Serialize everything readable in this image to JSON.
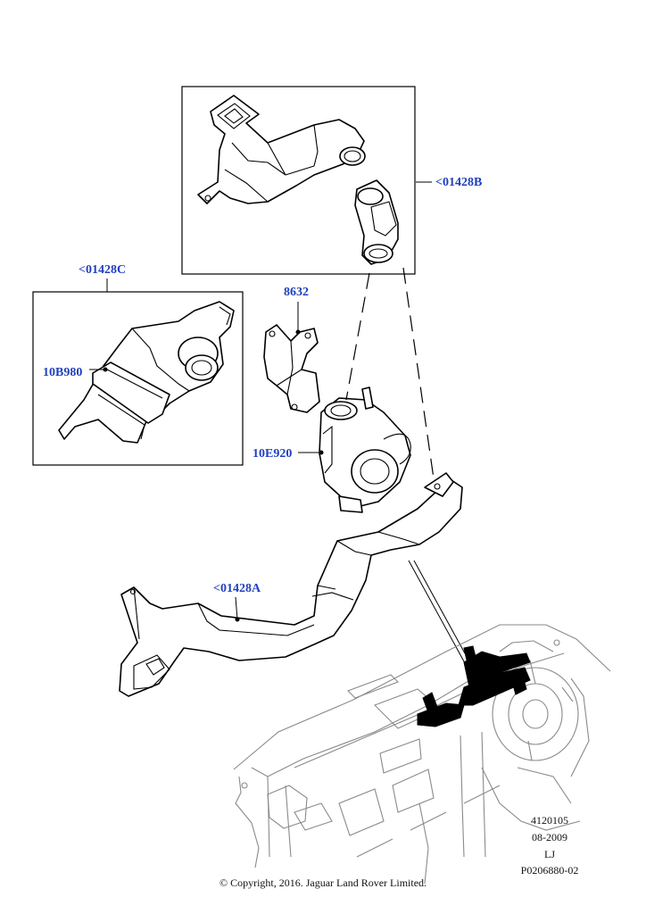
{
  "callouts": {
    "part_01428b": "<01428B",
    "part_01428c": "<01428C",
    "part_8632": "8632",
    "part_10b980": "10B980",
    "part_10e920": "10E920",
    "part_01428a": "<01428A"
  },
  "illustration_ref": {
    "number": "4120105",
    "date": "08-2009",
    "initials": "LJ",
    "code": "P0206880-02"
  },
  "copyright": "© Copyright, 2016. Jaguar Land Rover Limited.",
  "colors": {
    "callout_text": "#1f3fbf",
    "line_art": "#000000",
    "dashboard": "#8a8a8a"
  }
}
